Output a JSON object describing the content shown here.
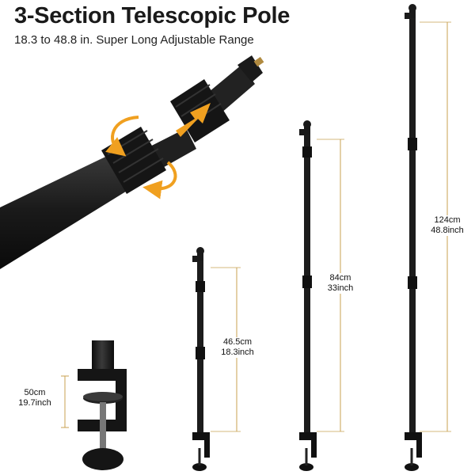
{
  "header": {
    "title": "3-Section Telescopic Pole",
    "subtitle": "18.3 to 48.8 in. Super Long Adjustable Range"
  },
  "measurements": [
    {
      "metric": "50cm",
      "imperial": "19.7inch"
    },
    {
      "metric": "46.5cm",
      "imperial": "18.3inch"
    },
    {
      "metric": "84cm",
      "imperial": "33inch"
    },
    {
      "metric": "124cm",
      "imperial": "48.8inch"
    }
  ],
  "colors": {
    "pole": "#1c1c1c",
    "accent_arrow": "#f0a020",
    "guide_line": "#c8a050",
    "background": "#ffffff"
  }
}
